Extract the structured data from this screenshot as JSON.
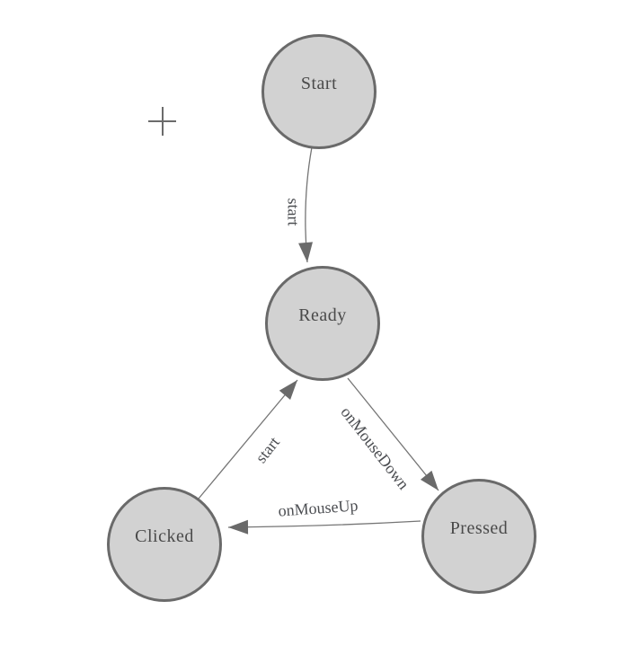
{
  "diagram": {
    "type": "state-machine",
    "background": "#ffffff",
    "colors": {
      "node_fill": "#d2d2d2",
      "node_border": "#6a6a6a",
      "edge_line": "#757575",
      "arrowhead": "#6a6a6a",
      "node_text": "#4a4a4a",
      "edge_label_text": "#4c4e52"
    },
    "nodes": [
      {
        "id": "start",
        "label": "Start"
      },
      {
        "id": "ready",
        "label": "Ready"
      },
      {
        "id": "clicked",
        "label": "Clicked"
      },
      {
        "id": "pressed",
        "label": "Pressed"
      }
    ],
    "edges": [
      {
        "from": "Start",
        "to": "Ready",
        "label": "start"
      },
      {
        "from": "Clicked",
        "to": "Ready",
        "label": "start"
      },
      {
        "from": "Ready",
        "to": "Pressed",
        "label": "onMouseDown"
      },
      {
        "from": "Pressed",
        "to": "Clicked",
        "label": "onMouseUp"
      }
    ],
    "tools": {
      "add_icon": "plus"
    }
  }
}
